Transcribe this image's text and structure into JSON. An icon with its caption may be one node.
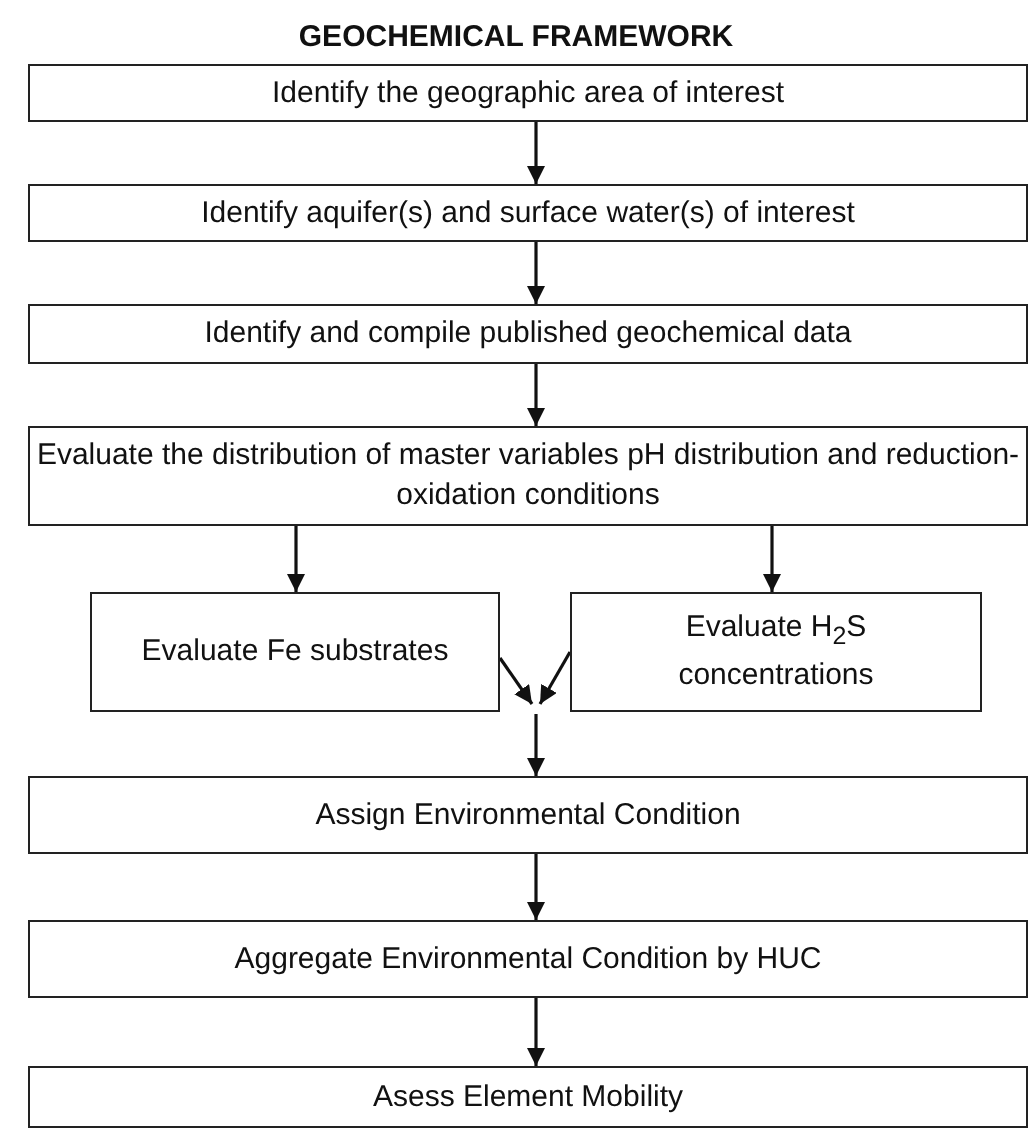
{
  "diagram": {
    "title": "GEOCHEMICAL FRAMEWORK",
    "nodes": [
      {
        "text": [
          "Identify the geographic area of interest"
        ]
      },
      {
        "text": [
          "Identify aquifer(s) and surface water(s) of interest"
        ]
      },
      {
        "text": [
          "Identify and compile published geochemical data"
        ]
      },
      {
        "text": [
          "Evaluate the distribution of master variables pH distribution and reduction-oxidation conditions"
        ]
      },
      {
        "text": [
          "Evaluate Fe substrates"
        ]
      },
      {
        "text": [
          "Evaluate H$_{2}$S concentrations"
        ]
      },
      {
        "text": [
          "Assign Environmental Condition"
        ]
      },
      {
        "text": [
          "Aggregate Environmental Condition by HUC"
        ]
      },
      {
        "text": [
          "Asess Element Mobility"
        ]
      }
    ],
    "edges": [
      {
        "from": 0,
        "to": 1,
        "arrow": "to"
      },
      {
        "from": 1,
        "to": 2,
        "arrow": "to"
      },
      {
        "from": 2,
        "to": 3,
        "arrow": "to"
      },
      {
        "from": 3,
        "to": 4,
        "arrow": "to"
      },
      {
        "from": 3,
        "to": 5,
        "arrow": "to"
      },
      {
        "from": 4,
        "to": null,
        "arrow": "to"
      },
      {
        "from": 5,
        "to": null,
        "arrow": "to"
      },
      {
        "from": null,
        "to": 6,
        "arrow": "to"
      },
      {
        "from": 6,
        "to": 7,
        "arrow": "to"
      },
      {
        "from": 7,
        "to": 8,
        "arrow": "to"
      }
    ]
  }
}
